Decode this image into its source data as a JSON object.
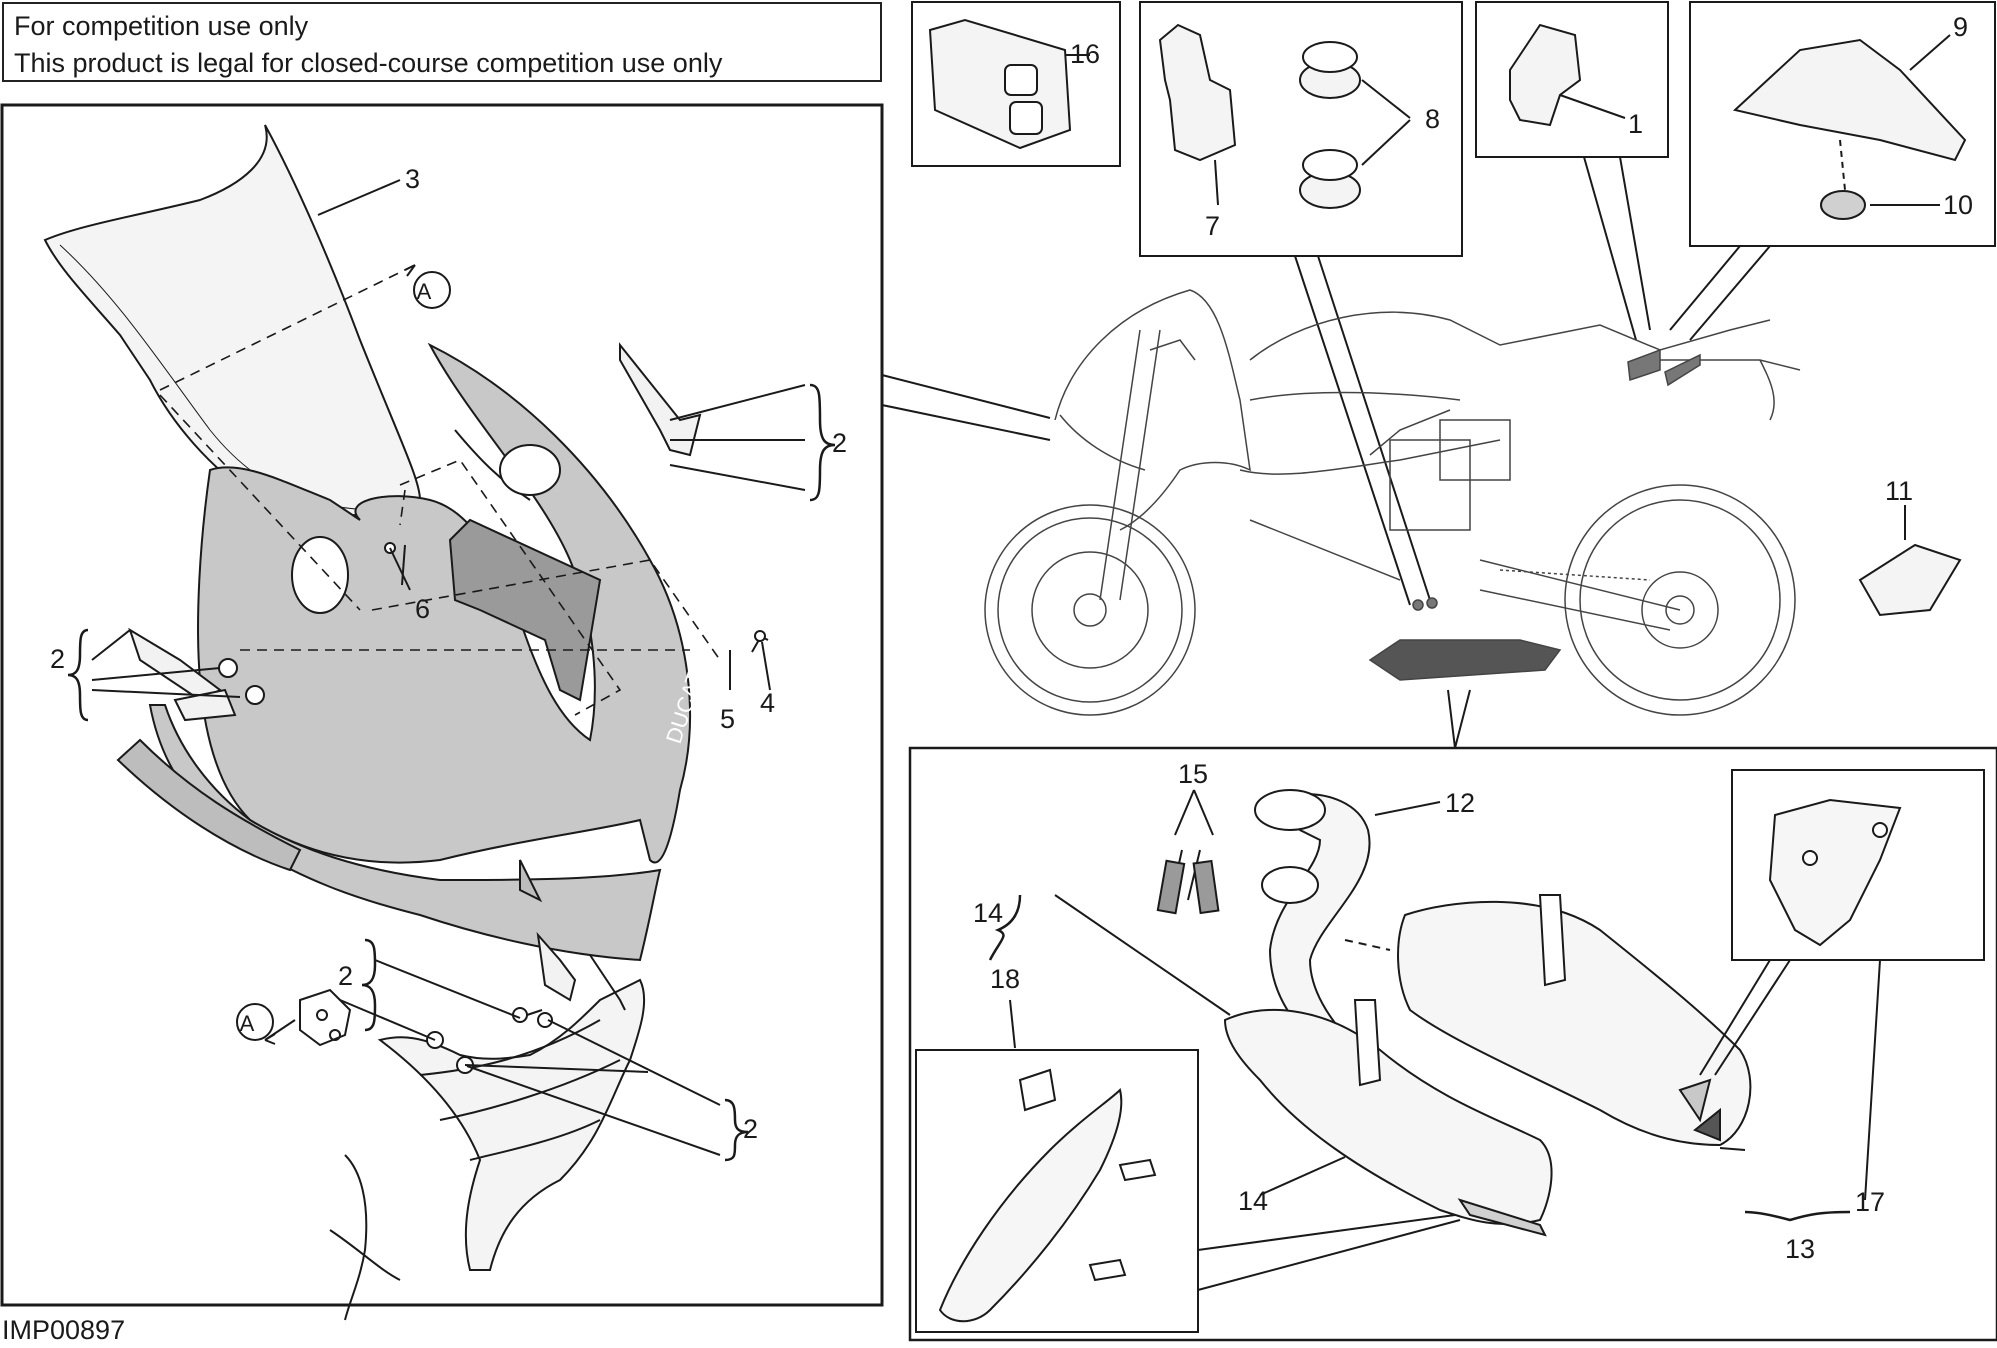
{
  "notice": {
    "line1": "For competition use only",
    "line2": "This product is legal for closed-course competition use only"
  },
  "image_code": "IMP00897",
  "callouts": {
    "c1": "1",
    "c2a": "2",
    "c2b": "2",
    "c2c": "2",
    "c2d": "2",
    "c3": "3",
    "c4": "4",
    "c5": "5",
    "c6": "6",
    "c7": "7",
    "c8": "8",
    "c9": "9",
    "c10": "10",
    "c11": "11",
    "c12": "12",
    "c13": "13",
    "c14a": "14",
    "c14b": "14",
    "c15": "15",
    "c16": "16",
    "c17": "17",
    "c18": "18"
  },
  "reference_marks": {
    "a1": "A",
    "a2": "A"
  },
  "colors": {
    "line": "#1a1a1a",
    "fairing_fill": "#c8c8c8",
    "dark_part": "#555555",
    "light_part": "#f2f2f2"
  },
  "brand_mark": "DUCATI"
}
